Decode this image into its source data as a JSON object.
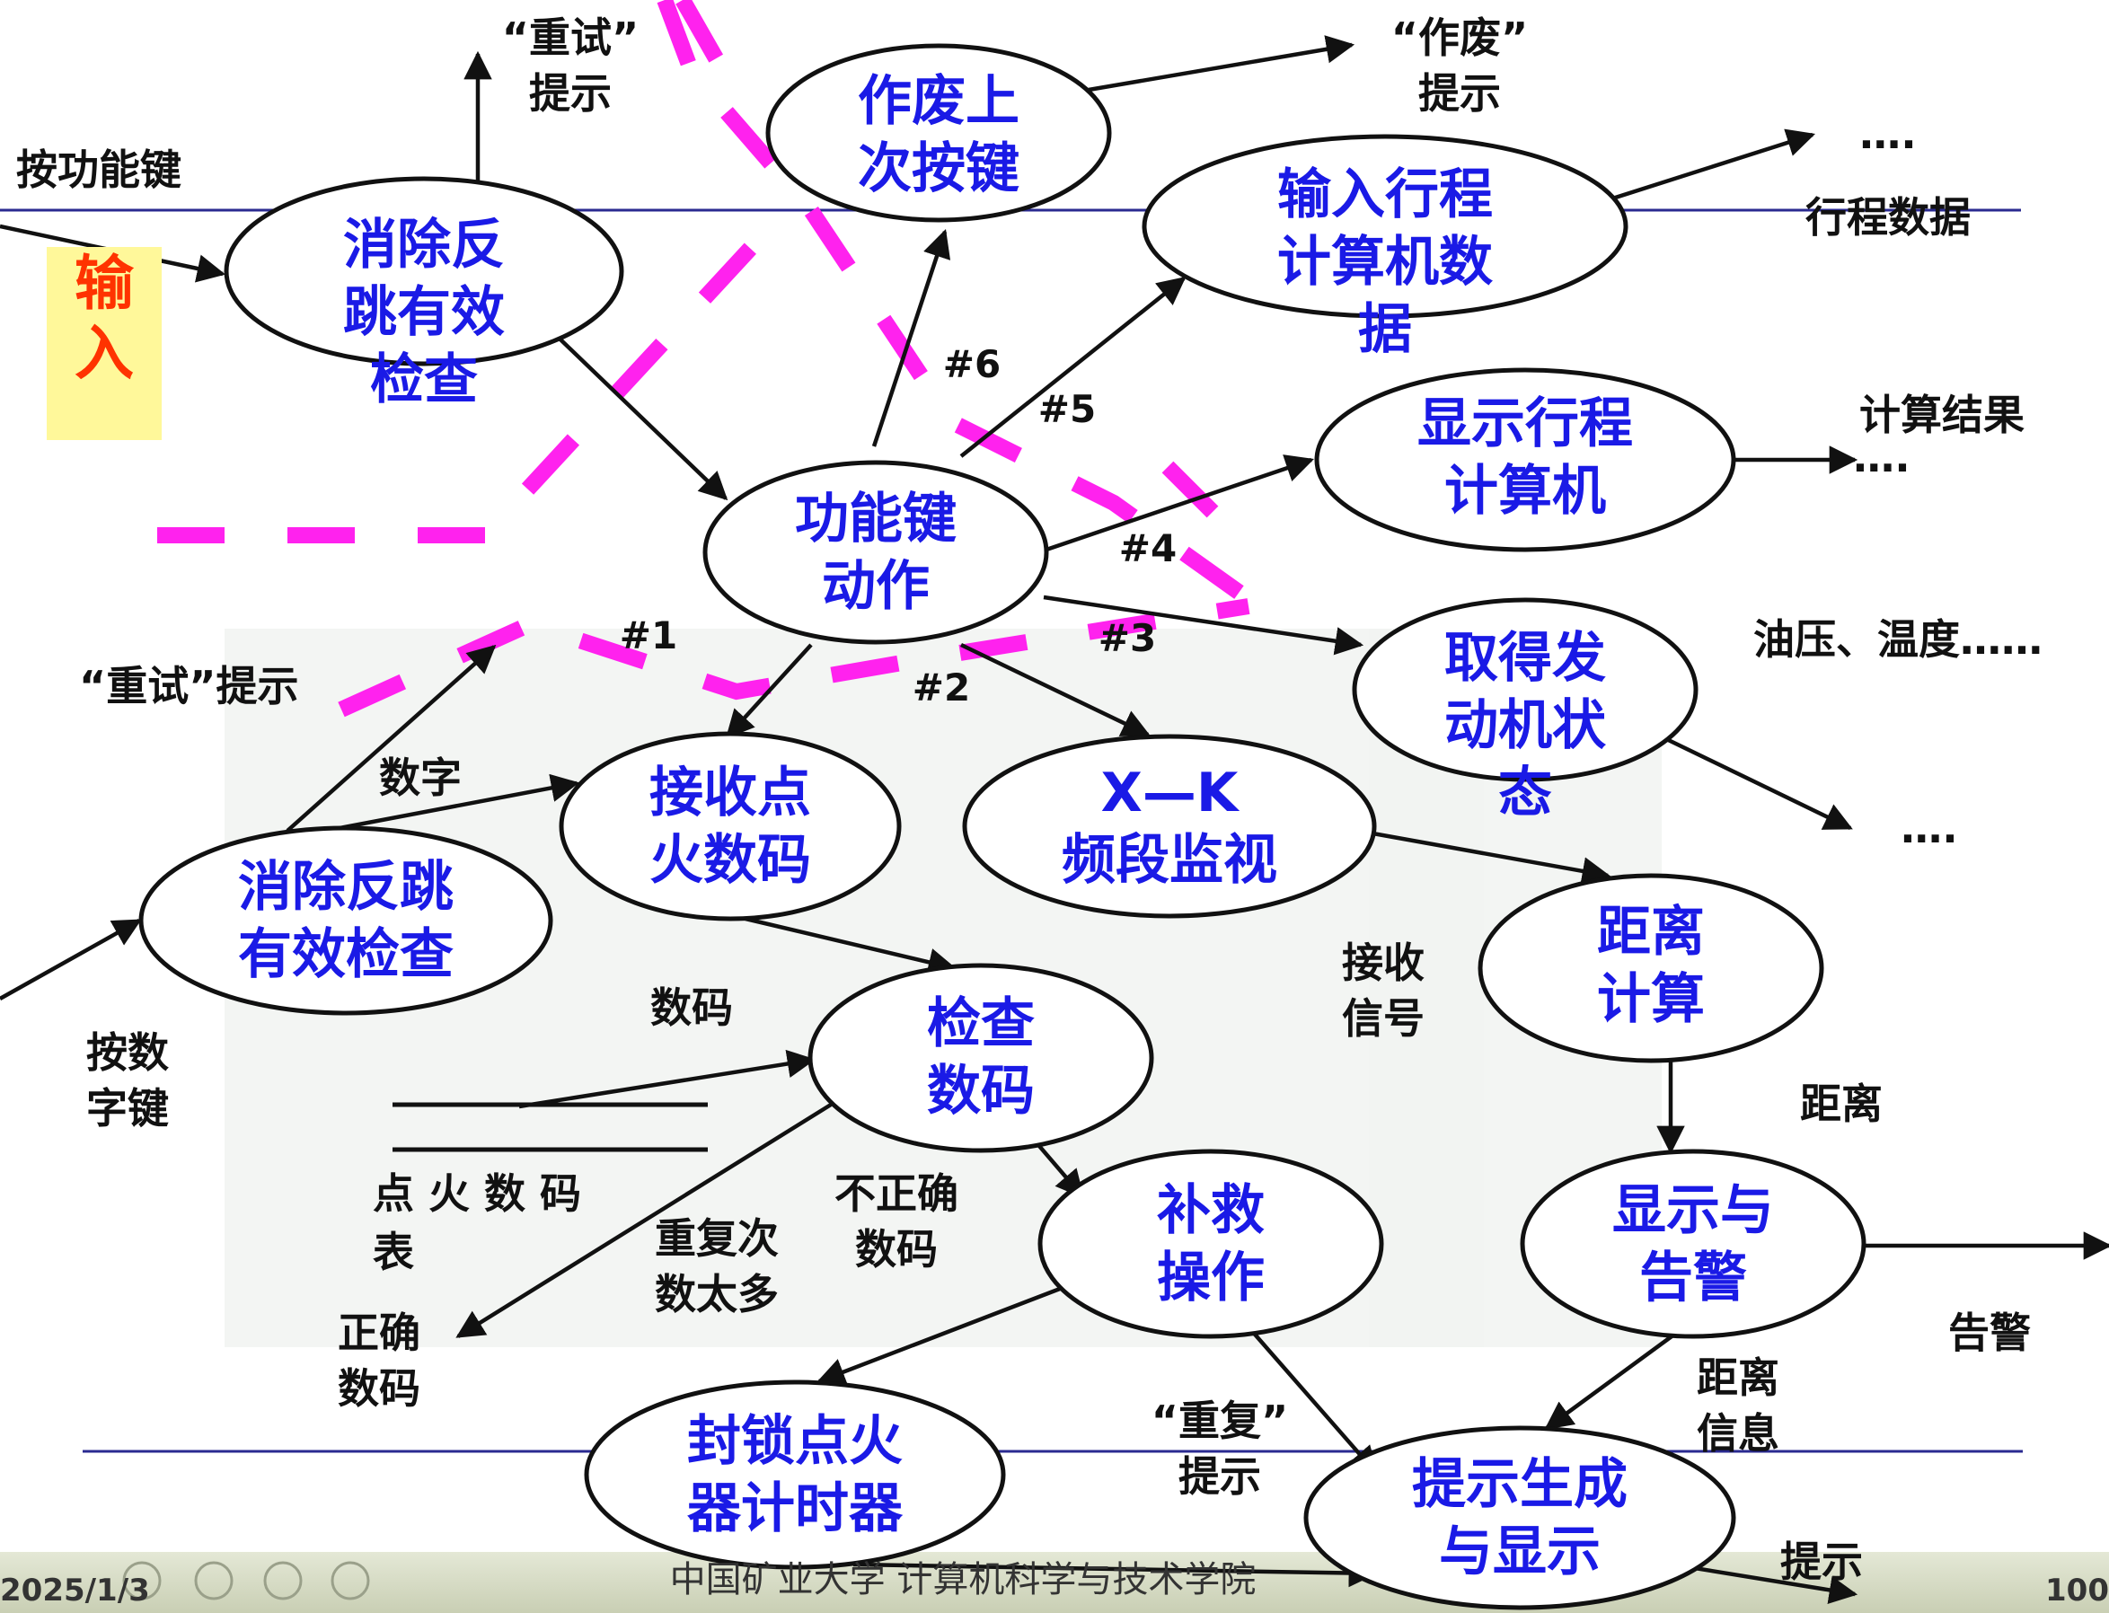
{
  "input_box": {
    "text": [
      "输",
      "入"
    ]
  },
  "processes": {
    "debounce_func": [
      "消除反",
      "跳有效",
      "检查"
    ],
    "cancel_last": [
      "作废上",
      "次按键"
    ],
    "input_trip": [
      "输入行程",
      "计算机数",
      "据"
    ],
    "show_trip": [
      "显示行程",
      "计算机"
    ],
    "func_action": [
      "功能键",
      "动作"
    ],
    "engine_state": [
      "取得发",
      "动机状",
      "态"
    ],
    "debounce_digit": [
      "消除反跳",
      "有效检查"
    ],
    "receive_code": [
      "接收点",
      "火数码"
    ],
    "xk_monitor": [
      "X—K",
      "频段监视"
    ],
    "distance_calc": [
      "距离",
      "计算"
    ],
    "check_code": [
      "检查",
      "数码"
    ],
    "remedy": [
      "补救",
      "操作"
    ],
    "display_alarm": [
      "显示与",
      "告警"
    ],
    "lock_timer": [
      "封锁点火",
      "器计时器"
    ],
    "prompt_gen": [
      "提示生成",
      "与显示"
    ]
  },
  "labels": {
    "retry_top": [
      "“重试”",
      "提示"
    ],
    "func_key": [
      "按功能键"
    ],
    "void_prompt": [
      "“作废”",
      "提示"
    ],
    "dots_1": [
      "…."
    ],
    "trip_data": [
      "行程数据"
    ],
    "n6": [
      "#6"
    ],
    "n5": [
      "#5"
    ],
    "calc_result": [
      "计算结果"
    ],
    "dots_2": [
      "…."
    ],
    "n4": [
      "#4"
    ],
    "n1": [
      "#1"
    ],
    "n3": [
      "#3"
    ],
    "n2": [
      "#2"
    ],
    "retry_mid": [
      "“重试”提示"
    ],
    "oil_temp": [
      "油压、温度……"
    ],
    "digit": [
      "数字"
    ],
    "dots_3": [
      "…."
    ],
    "code": [
      "数码"
    ],
    "press_digit": [
      "按数",
      "字键"
    ],
    "receive_signal": [
      "接收",
      "信号"
    ],
    "distance": [
      "距离"
    ],
    "code_table": [
      "点 火 数 码",
      "表"
    ],
    "incorrect": [
      "不正确",
      "数码"
    ],
    "too_many": [
      "重复次",
      "数太多"
    ],
    "correct": [
      "正确",
      "数码"
    ],
    "alarm": [
      "告警"
    ],
    "distance_info": [
      "距离",
      "信息"
    ],
    "repeat_prompt": [
      "“重复”",
      "提示"
    ],
    "prompt": [
      "提示"
    ]
  },
  "footer": {
    "date": "2025/1/3",
    "school": "中国矿业大学  计算机科学与技术学院",
    "page": "100"
  },
  "colors": {
    "bubble_text": "#1a1ae6",
    "boundary_dash": "#ff22ee",
    "rule_line": "#2a2a90",
    "input_box_bg": "#fff89a",
    "input_box_text": "#ff3300"
  }
}
